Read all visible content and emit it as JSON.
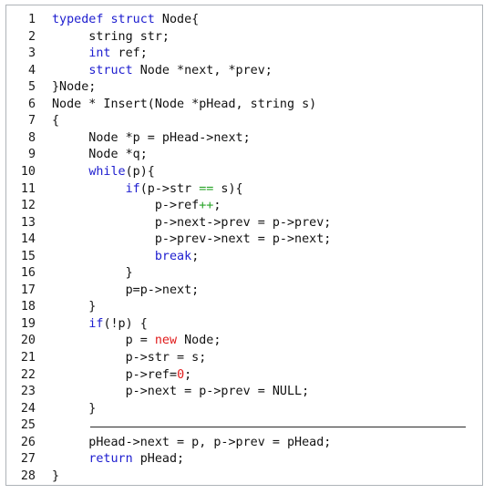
{
  "code": {
    "lines": [
      {
        "number": "1",
        "tokens": [
          {
            "text": "typedef struct",
            "kind": "kw"
          },
          {
            "text": " Node{",
            "kind": "plain"
          }
        ]
      },
      {
        "number": "2",
        "tokens": [
          {
            "text": "     string str;",
            "kind": "plain"
          }
        ]
      },
      {
        "number": "3",
        "tokens": [
          {
            "text": "     ",
            "kind": "plain"
          },
          {
            "text": "int",
            "kind": "kw"
          },
          {
            "text": " ref;",
            "kind": "plain"
          }
        ]
      },
      {
        "number": "4",
        "tokens": [
          {
            "text": "     ",
            "kind": "plain"
          },
          {
            "text": "struct",
            "kind": "kw"
          },
          {
            "text": " Node *next, *prev;",
            "kind": "plain"
          }
        ]
      },
      {
        "number": "5",
        "tokens": [
          {
            "text": "}Node;",
            "kind": "plain"
          }
        ]
      },
      {
        "number": "6",
        "tokens": [
          {
            "text": "Node * Insert(Node *pHead, string s)",
            "kind": "plain"
          }
        ]
      },
      {
        "number": "7",
        "tokens": [
          {
            "text": "{",
            "kind": "plain"
          }
        ]
      },
      {
        "number": "8",
        "tokens": [
          {
            "text": "     Node *p = pHead->next;",
            "kind": "plain"
          }
        ]
      },
      {
        "number": "9",
        "tokens": [
          {
            "text": "     Node *q;",
            "kind": "plain"
          }
        ]
      },
      {
        "number": "10",
        "tokens": [
          {
            "text": "     ",
            "kind": "plain"
          },
          {
            "text": "while",
            "kind": "kw"
          },
          {
            "text": "(p){",
            "kind": "plain"
          }
        ]
      },
      {
        "number": "11",
        "tokens": [
          {
            "text": "          ",
            "kind": "plain"
          },
          {
            "text": "if",
            "kind": "kw"
          },
          {
            "text": "(p->str ",
            "kind": "plain"
          },
          {
            "text": "==",
            "kind": "op"
          },
          {
            "text": " s){",
            "kind": "plain"
          }
        ]
      },
      {
        "number": "12",
        "tokens": [
          {
            "text": "              p->ref",
            "kind": "plain"
          },
          {
            "text": "++",
            "kind": "op"
          },
          {
            "text": ";",
            "kind": "plain"
          }
        ]
      },
      {
        "number": "13",
        "tokens": [
          {
            "text": "              p->next->prev = p->prev;",
            "kind": "plain"
          }
        ]
      },
      {
        "number": "14",
        "tokens": [
          {
            "text": "              p->prev->next = p->next;",
            "kind": "plain"
          }
        ]
      },
      {
        "number": "15",
        "tokens": [
          {
            "text": "              ",
            "kind": "plain"
          },
          {
            "text": "break",
            "kind": "kw"
          },
          {
            "text": ";",
            "kind": "plain"
          }
        ]
      },
      {
        "number": "16",
        "tokens": [
          {
            "text": "          }",
            "kind": "plain"
          }
        ]
      },
      {
        "number": "17",
        "tokens": [
          {
            "text": "          p=p->next;",
            "kind": "plain"
          }
        ]
      },
      {
        "number": "18",
        "tokens": [
          {
            "text": "     }",
            "kind": "plain"
          }
        ]
      },
      {
        "number": "19",
        "tokens": [
          {
            "text": "     ",
            "kind": "plain"
          },
          {
            "text": "if",
            "kind": "kw"
          },
          {
            "text": "(!p) {",
            "kind": "plain"
          }
        ]
      },
      {
        "number": "20",
        "tokens": [
          {
            "text": "          p = ",
            "kind": "plain"
          },
          {
            "text": "new",
            "kind": "red"
          },
          {
            "text": " Node;",
            "kind": "plain"
          }
        ]
      },
      {
        "number": "21",
        "tokens": [
          {
            "text": "          p->str = s;",
            "kind": "plain"
          }
        ]
      },
      {
        "number": "22",
        "tokens": [
          {
            "text": "          p->ref=",
            "kind": "plain"
          },
          {
            "text": "0",
            "kind": "red"
          },
          {
            "text": ";",
            "kind": "plain"
          }
        ]
      },
      {
        "number": "23",
        "tokens": [
          {
            "text": "          p->next = p->prev = NULL;",
            "kind": "plain"
          }
        ]
      },
      {
        "number": "24",
        "tokens": [
          {
            "text": "     }",
            "kind": "plain"
          }
        ]
      },
      {
        "number": "25",
        "tokens": []
      },
      {
        "number": "26",
        "tokens": [
          {
            "text": "     pHead->next = p, p->prev = pHead;",
            "kind": "plain"
          }
        ]
      },
      {
        "number": "27",
        "tokens": [
          {
            "text": "     ",
            "kind": "plain"
          },
          {
            "text": "return",
            "kind": "kw"
          },
          {
            "text": " pHead;",
            "kind": "plain"
          }
        ]
      },
      {
        "number": "28",
        "tokens": [
          {
            "text": "}",
            "kind": "plain"
          }
        ]
      }
    ]
  },
  "colors": {
    "keyword": "#1d1dcf",
    "operator": "#28a428",
    "literal": "#e01a1a",
    "text": "#111111",
    "border": "#aeb3b8"
  }
}
